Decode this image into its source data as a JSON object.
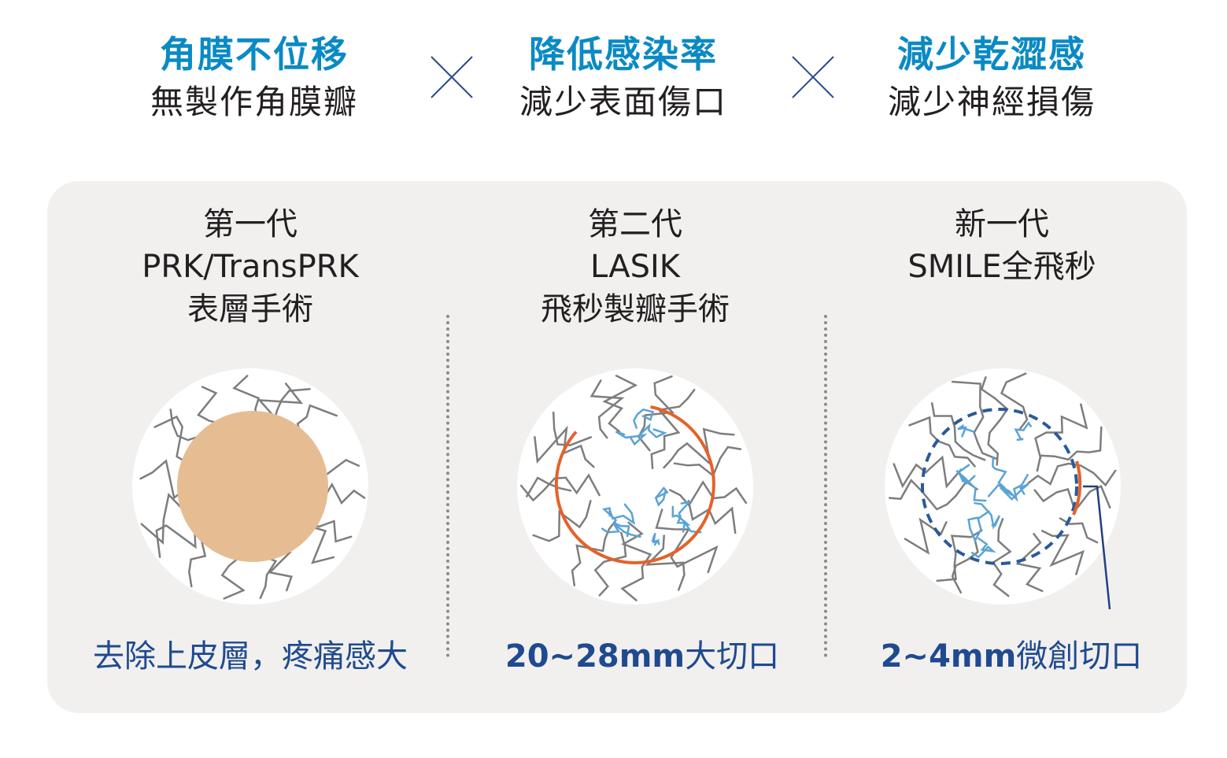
{
  "benefits": [
    {
      "title": "角膜不位移",
      "subtitle": "無製作角膜瓣"
    },
    {
      "title": "降低感染率",
      "subtitle": "減少表面傷口"
    },
    {
      "title": "減少乾澀感",
      "subtitle": "減少神經損傷"
    }
  ],
  "generations": [
    {
      "gen": "第一代",
      "name": "PRK/TransPRK",
      "desc": "表層手術",
      "caption": "去除上皮層，疼痛感大"
    },
    {
      "gen": "第二代",
      "name": "LASIK",
      "desc": "飛秒製瓣手術",
      "caption_bold": "20~28mm",
      "caption": "大切口"
    },
    {
      "gen": "新一代",
      "name": "SMILE全飛秒",
      "caption_bold": "2~4mm",
      "caption": "微創切口"
    }
  ],
  "colors": {
    "heading": "#0a8ac4",
    "caption": "#1f4a8f",
    "incision": "#e4622a",
    "ablation": "#e6bd93",
    "nerve": "#7d7d7d",
    "nerve_inner": "#5aa3d6",
    "panel": "#f1f0ef"
  }
}
